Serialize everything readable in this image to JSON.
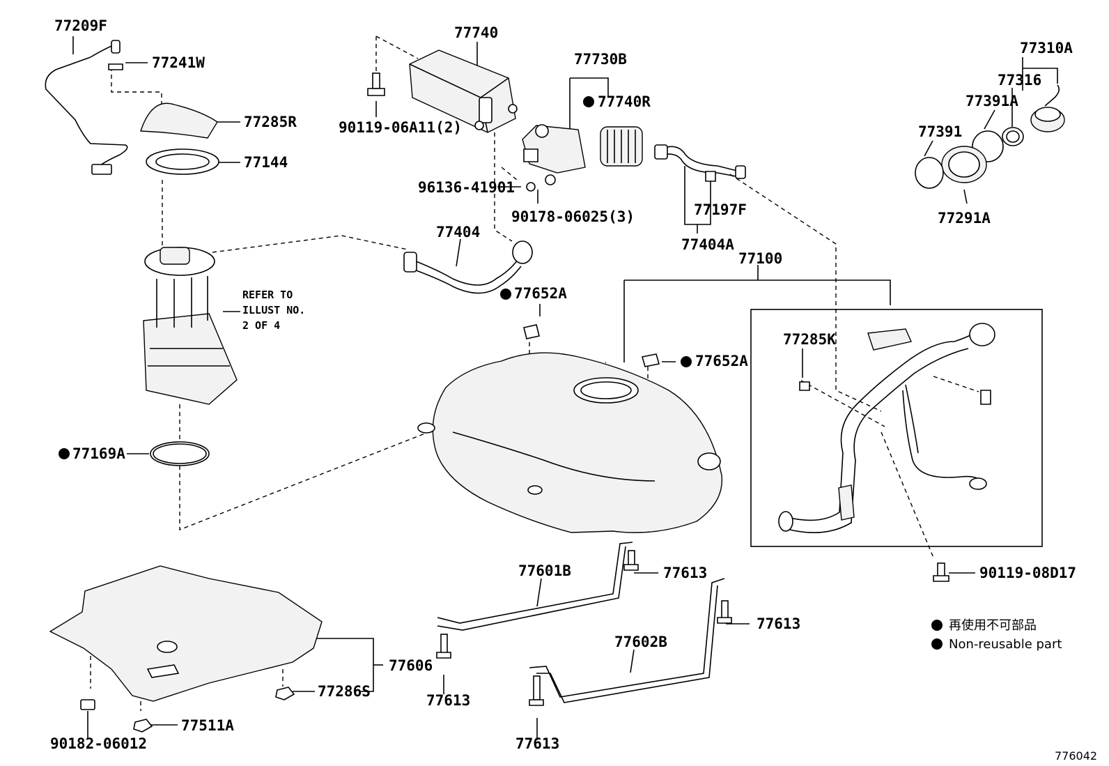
{
  "labels": {
    "p77209F": "77209F",
    "p77241W": "77241W",
    "p77285R": "77285R",
    "p77144": "77144",
    "p77740": "77740",
    "p90119_06A11": "90119-06A11(2)",
    "p77730B": "77730B",
    "p77740R": "77740R",
    "p96136": "96136-41901",
    "p90178": "90178-06025(3)",
    "p77197F": "77197F",
    "p77404A": "77404A",
    "p77404": "77404",
    "p77310A": "77310A",
    "p77316": "77316",
    "p77391A": "77391A",
    "p77391": "77391",
    "p77291A": "77291A",
    "p77100": "77100",
    "p77652A_top": "77652A",
    "p77652A_right": "77652A",
    "p77285K": "77285K",
    "p77169A": "77169A",
    "p90119_08D17": "90119-08D17",
    "p77601B": "77601B",
    "p77613_a": "77613",
    "p77613_b": "77613",
    "p77613_c": "77613",
    "p77613_d": "77613",
    "p77602B": "77602B",
    "p77606": "77606",
    "p77286S": "77286S",
    "p77511A": "77511A",
    "p90182": "90182-06012"
  },
  "refer_note": [
    "REFER TO",
    "ILLUST NO.",
    "2 OF 4"
  ],
  "legend": {
    "jp": "再使用不可部品",
    "en": "Non-reusable part"
  },
  "figure_ref": "776042"
}
